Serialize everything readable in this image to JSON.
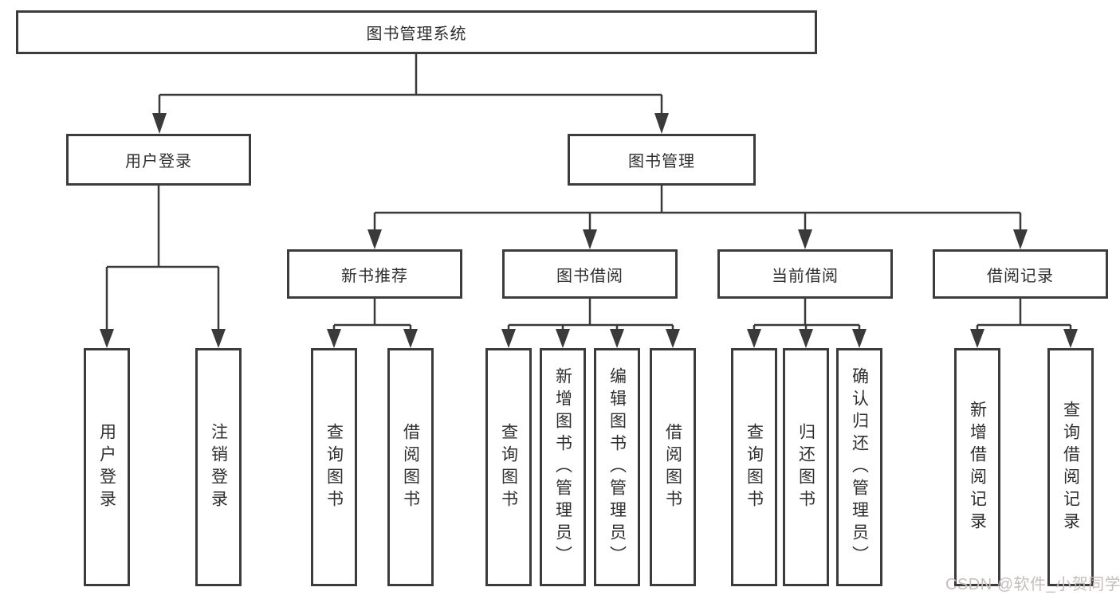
{
  "diagram_title": "图书管理系统",
  "nodes": {
    "root": "图书管理系统",
    "user_login": "用户登录",
    "book_mgmt": "图书管理",
    "new_book": "新书推荐",
    "book_borrow": "图书借阅",
    "current_borrow": "当前借阅",
    "borrow_records": "借阅记录",
    "leaf_user_login": "用户登录",
    "leaf_logout": "注销登录",
    "leaf_nb_query": "查询图书",
    "leaf_nb_borrow": "借阅图书",
    "leaf_bb_query": "查询图书",
    "leaf_bb_add": "新增图书（管理员）",
    "leaf_bb_edit": "编辑图书（管理员）",
    "leaf_bb_borrow": "借阅图书",
    "leaf_cb_query": "查询图书",
    "leaf_cb_return": "归还图书",
    "leaf_cb_confirm": "确认归还（管理员）",
    "leaf_br_add": "新增借阅记录",
    "leaf_br_query": "查询借阅记录"
  },
  "watermark": "CSDN @软件_小贺同学",
  "colors": {
    "line": "#3a3a3a",
    "box_border": "#3c3c3c",
    "text": "#2f2f2f",
    "watermark": "#c6bdbd",
    "background": "#ffffff"
  }
}
